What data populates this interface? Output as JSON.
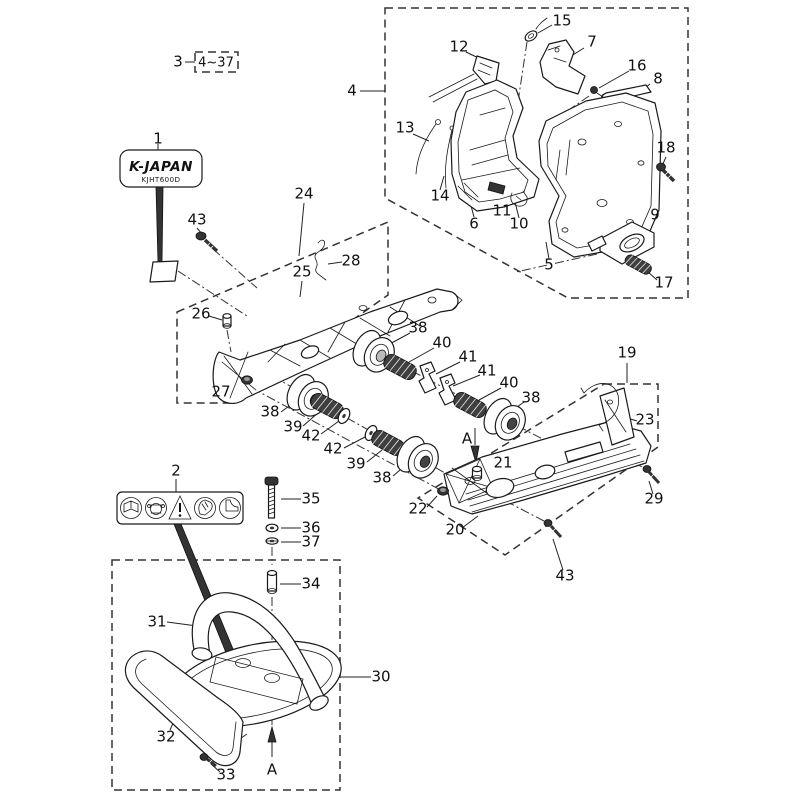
{
  "diagram": {
    "badge": {
      "brand": "K-JAPAN",
      "model": "KJHT600D"
    },
    "ref_note": {
      "label": "3",
      "range": "4~37"
    },
    "safety_icons": [
      "read-manual-icon",
      "face-protection-icon",
      "warning-triangle-icon",
      "protective-gloves-icon",
      "protective-boots-icon"
    ],
    "colors": {
      "line": "#1a1a1a",
      "dark_fill": "#333333",
      "spring_fill": "#3f3f3f"
    },
    "callouts": [
      {
        "text": "1"
      },
      {
        "text": "3"
      },
      {
        "text": "4~37"
      },
      {
        "text": "4"
      },
      {
        "text": "12"
      },
      {
        "text": "15"
      },
      {
        "text": "7"
      },
      {
        "text": "16"
      },
      {
        "text": "8"
      },
      {
        "text": "13"
      },
      {
        "text": "14"
      },
      {
        "text": "6"
      },
      {
        "text": "11"
      },
      {
        "text": "10"
      },
      {
        "text": "5"
      },
      {
        "text": "18"
      },
      {
        "text": "9"
      },
      {
        "text": "17"
      },
      {
        "text": "24"
      },
      {
        "text": "43"
      },
      {
        "text": "25"
      },
      {
        "text": "28"
      },
      {
        "text": "26"
      },
      {
        "text": "27"
      },
      {
        "text": "38"
      },
      {
        "text": "40"
      },
      {
        "text": "41"
      },
      {
        "text": "41"
      },
      {
        "text": "40"
      },
      {
        "text": "38"
      },
      {
        "text": "38"
      },
      {
        "text": "39"
      },
      {
        "text": "42"
      },
      {
        "text": "42"
      },
      {
        "text": "39"
      },
      {
        "text": "38"
      },
      {
        "text": "19"
      },
      {
        "text": "23"
      },
      {
        "text": "A"
      },
      {
        "text": "21"
      },
      {
        "text": "29"
      },
      {
        "text": "22"
      },
      {
        "text": "20"
      },
      {
        "text": "43"
      },
      {
        "text": "2"
      },
      {
        "text": "35"
      },
      {
        "text": "36"
      },
      {
        "text": "37"
      },
      {
        "text": "34"
      },
      {
        "text": "31"
      },
      {
        "text": "30"
      },
      {
        "text": "32"
      },
      {
        "text": "33"
      },
      {
        "text": "A"
      }
    ]
  }
}
